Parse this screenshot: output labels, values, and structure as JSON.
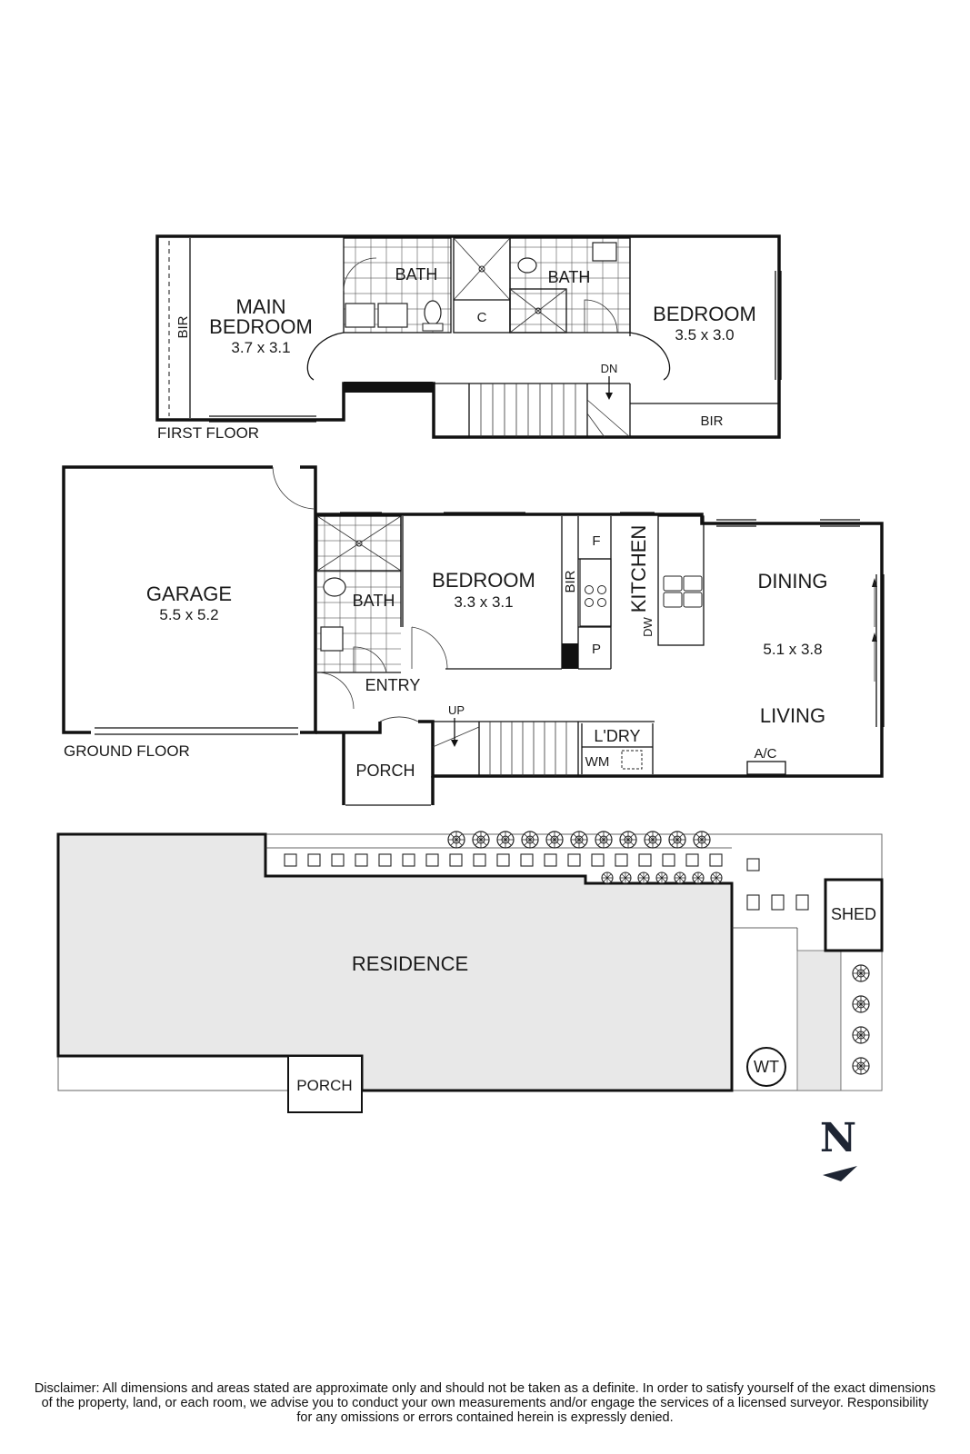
{
  "first_floor": {
    "label": "FIRST FLOOR",
    "rooms": {
      "main_bedroom_line1": "MAIN",
      "main_bedroom_line2": "BEDROOM",
      "main_bedroom_dim": "3.7 x 3.1",
      "bir_left": "BIR",
      "bath_1": "BATH",
      "c": "C",
      "bath_2": "BATH",
      "bedroom": "BEDROOM",
      "bedroom_dim": "3.5 x 3.0",
      "bir_right": "BIR",
      "dn": "DN"
    }
  },
  "ground_floor": {
    "label": "GROUND FLOOR",
    "rooms": {
      "garage": "GARAGE",
      "garage_dim": "5.5 x 5.2",
      "bath": "BATH",
      "bedroom": "BEDROOM",
      "bedroom_dim": "3.3 x 3.1",
      "bir": "BIR",
      "f": "F",
      "p": "P",
      "kitchen": "KITCHEN",
      "dw": "DW",
      "dining": "DINING",
      "dining_living_dim": "5.1 x 3.8",
      "living": "LIVING",
      "entry": "ENTRY",
      "up": "UP",
      "ldry": "L'DRY",
      "wm": "WM",
      "ac": "A/C",
      "porch": "PORCH"
    }
  },
  "site_plan": {
    "residence": "RESIDENCE",
    "porch": "PORCH",
    "shed": "SHED",
    "wt": "WT"
  },
  "compass": {
    "letter": "N"
  },
  "disclaimer": {
    "line1": "Disclaimer: All dimensions and areas stated are approximate only and should not be taken as a definite. In order to satisfy yourself of the exact dimensions",
    "line2": "of the property, land, or each room, we advise you to conduct your own measurements and/or engage the services of a licensed surveyor. Responsibility",
    "line3": "for any omissions or errors contained herein is expressly denied."
  }
}
